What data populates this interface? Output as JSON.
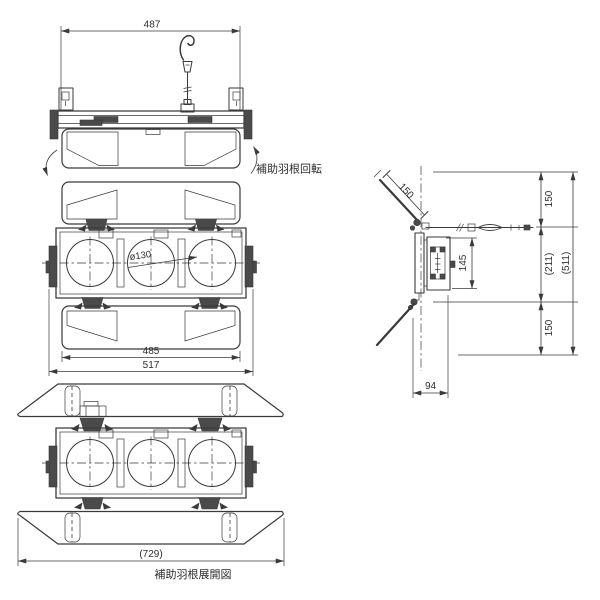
{
  "style": {
    "background": "#ffffff",
    "line_color": "#3a3a3a"
  },
  "top_view": {
    "dim_width": "487",
    "rotation_caption": "補助羽根回転"
  },
  "front_view": {
    "dim_fin_width": "485",
    "dim_overall_width": "517",
    "lens_diameter": "ø130"
  },
  "expanded_view": {
    "dim_overall_width": "(729)",
    "caption": "補助羽根展開図"
  },
  "side_view": {
    "dim_fin_length": "150",
    "dim_top_segment": "150",
    "dim_middle_segment": "(211)",
    "dim_bottom_segment": "150",
    "dim_overall_height": "(511)",
    "dim_bracket_height": "145",
    "dim_depth": "94"
  }
}
